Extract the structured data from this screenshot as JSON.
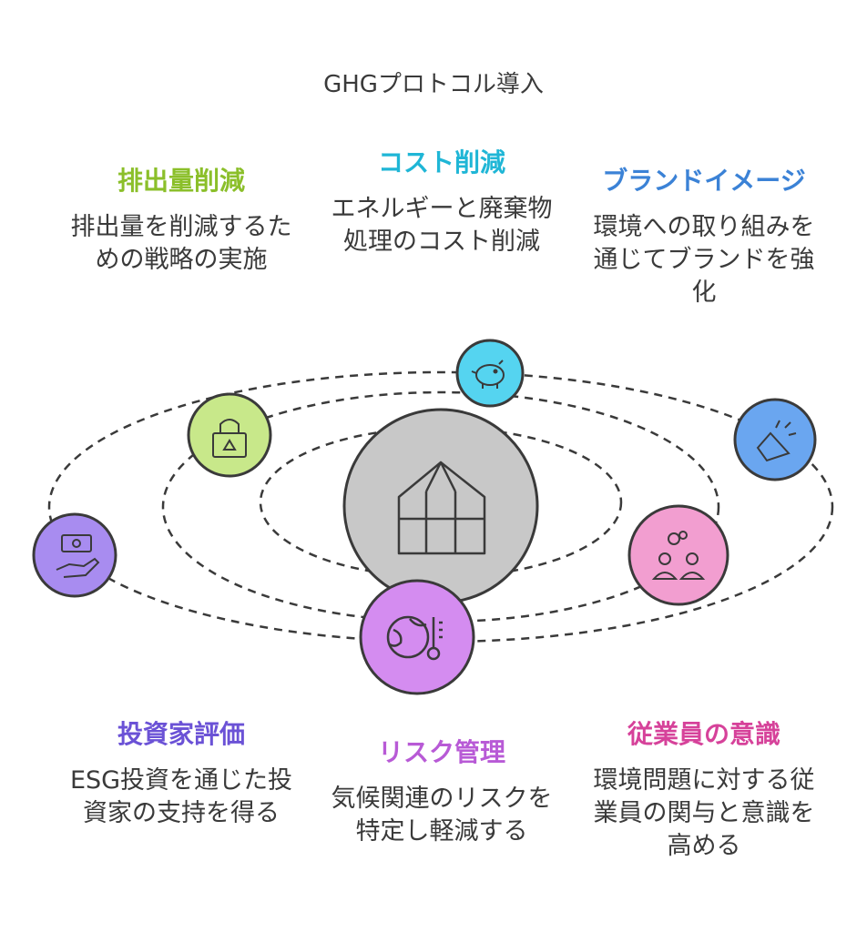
{
  "title": "GHGプロトコル導入",
  "colors": {
    "emissions": "#8bbf2a",
    "cost": "#1fb6d6",
    "brand": "#3b82d6",
    "investor": "#6b52d6",
    "risk": "#b85ad6",
    "employee": "#d6429a"
  },
  "items": {
    "emissions": {
      "heading": "排出量削減",
      "description": "排出量を削減するための戦略の実施",
      "icon": "recycle-bag-icon"
    },
    "cost": {
      "heading": "コスト削減",
      "description": "エネルギーと廃棄物処理のコスト削減",
      "icon": "piggy-bank-icon"
    },
    "brand": {
      "heading": "ブランドイメージ",
      "description": "環境への取り組みを通じてブランドを強化",
      "icon": "megaphone-icon"
    },
    "investor": {
      "heading": "投資家評価",
      "description": "ESG投資を通じた投資家の支持を得る",
      "icon": "money-hand-icon"
    },
    "risk": {
      "heading": "リスク管理",
      "description": "気候関連のリスクを特定し軽減する",
      "icon": "globe-thermometer-icon"
    },
    "employee": {
      "heading": "従業員の意識",
      "description": "環境問題に対する従業員の関与と意識を高める",
      "icon": "people-icon"
    }
  },
  "center": {
    "icon": "greenhouse-icon"
  }
}
